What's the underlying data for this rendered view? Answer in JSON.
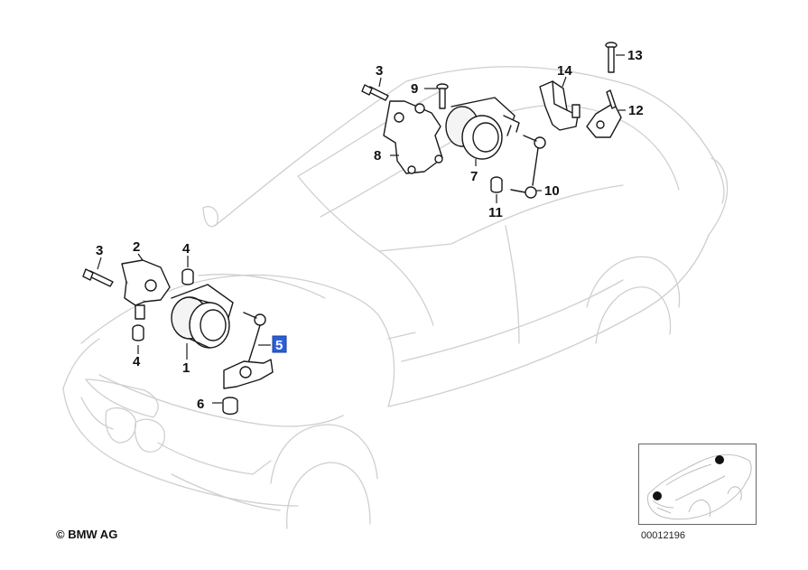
{
  "diagram": {
    "callouts": {
      "c1": "1",
      "c2": "2",
      "c3a": "3",
      "c3b": "3",
      "c4a": "4",
      "c4b": "4",
      "c5": "5",
      "c6": "6",
      "c7": "7",
      "c8": "8",
      "c9": "9",
      "c10": "10",
      "c11": "11",
      "c12": "12",
      "c13": "13",
      "c14": "14"
    },
    "highlighted_callout": "5",
    "highlight_color": "#2b5fd9"
  },
  "footer": {
    "copyright": "© BMW AG",
    "diagram_number": "00012196"
  },
  "inset": {
    "marker_count": 2
  }
}
